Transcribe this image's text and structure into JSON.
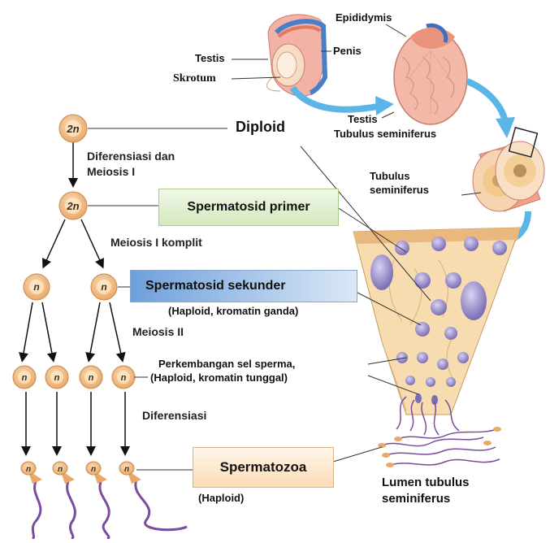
{
  "cells": {
    "diploid_label": "2n",
    "haploid_label": "n"
  },
  "labels": {
    "epididymis": "Epididymis",
    "testis_top": "Testis",
    "penis": "Penis",
    "skrotum": "Skrotum",
    "testis_mid": "Testis",
    "tubulus_seminiferus_1": "Tubulus seminiferus",
    "tubulus_2_line1": "Tubulus",
    "tubulus_2_line2": "seminiferus",
    "diploid": "Diploid",
    "diferensiasi_meiosis_line1": "Diferensiasi dan",
    "diferensiasi_meiosis_line2": "Meiosis I",
    "meiosis_komplit": "Meiosis I komplit",
    "haploid_kromatin_ganda": "(Haploid, kromatin ganda)",
    "meiosis_ii": "Meiosis II",
    "perkembangan_line1": "Perkembangan sel sperma,",
    "perkembangan_line2": "(Haploid, kromatin tunggal)",
    "diferensiasi": "Diferensiasi",
    "haploid": "(Haploid)",
    "lumen_line1": "Lumen tubulus",
    "lumen_line2": "seminiferus"
  },
  "boxes": {
    "spermatosid_primer": "Spermatosid primer",
    "spermatosid_sekunder": "Spermatosid sekunder",
    "spermatozoa": "Spermatozoa"
  },
  "colors": {
    "cell_fill": "#f3c28f",
    "cell_border": "#c98a4f",
    "nucleus": "#ffe9c9",
    "tissue": "#f6dcae",
    "tissue_cell": "#8d7fc0",
    "arrow_blue": "#5bb5e6",
    "primer_box": "#e7f3d8",
    "sekunder_box": "#8fb4e0",
    "spermatozoa_box": "#fdebd3",
    "sperm_tail": "#7a4c9e"
  }
}
